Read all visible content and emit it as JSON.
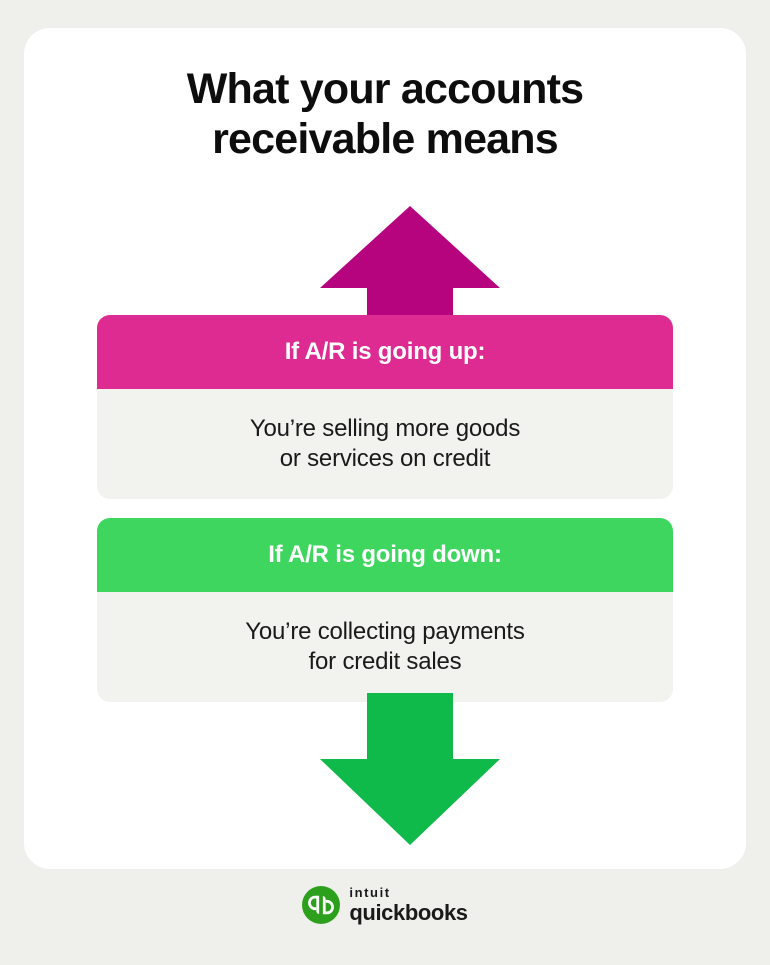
{
  "page": {
    "background_color": "#efefeb",
    "card_background_color": "#ffffff"
  },
  "title": "What your accounts\nreceivable means",
  "arrows": {
    "up": {
      "name": "up-arrow",
      "color": "#b5047e",
      "direction": "up"
    },
    "down": {
      "name": "down-arrow",
      "color": "#0fb94a",
      "direction": "down"
    }
  },
  "panels": [
    {
      "id": "ar-going-up",
      "heading": "If A/R is going up:",
      "body": "You’re selling more goods\nor services on credit",
      "header_color": "#dd2b92",
      "body_color": "#f2f2ee",
      "heading_text_color": "#ffffff",
      "body_text_color": "#1a1a1a"
    },
    {
      "id": "ar-going-down",
      "heading": "If A/R is going down:",
      "body": "You’re collecting payments\nfor credit sales",
      "header_color": "#3ed65e",
      "body_color": "#f2f2ee",
      "heading_text_color": "#ffffff",
      "body_text_color": "#1a1a1a"
    }
  ],
  "footer": {
    "logo_mark_name": "quickbooks-qb-logo-icon",
    "logo_mark_color": "#2ca01c",
    "brand_primary": "intuit",
    "brand_secondary": "quickbooks"
  }
}
